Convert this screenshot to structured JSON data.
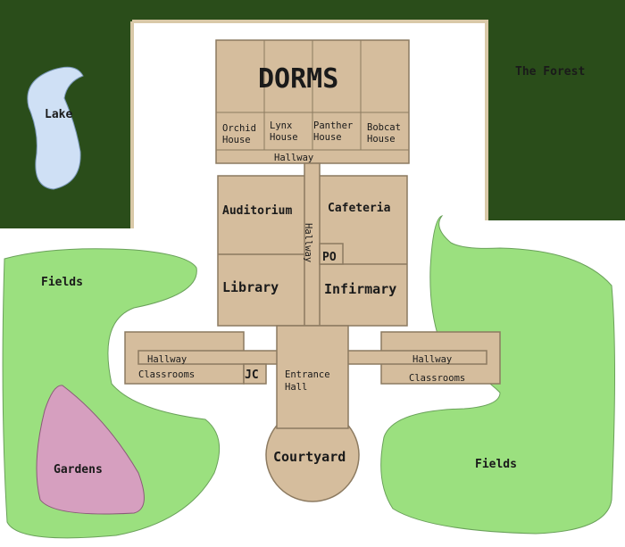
{
  "colors": {
    "forest": "#2a4d1a",
    "field": "#9be07f",
    "garden": "#d69fbf",
    "lake": "#cfe0f5",
    "building": "#d5bd9d",
    "border": "#d9c9a8"
  },
  "labels": {
    "lake": "Lake",
    "forest": "The Forest",
    "dorms": "DORMS",
    "orchid": [
      "Orchid",
      "House"
    ],
    "lynx": [
      "Lynx",
      "House"
    ],
    "panther": [
      "Panther",
      "House"
    ],
    "bobcat": [
      "Bobcat",
      "House"
    ],
    "dorm_hallway": "Hallway",
    "auditorium": "Auditorium",
    "cafeteria": "Cafeteria",
    "center_hallway": "Hallway",
    "po": "PO",
    "library": "Library",
    "infirmary": "Infirmary",
    "left_hallway": "Hallway",
    "left_classrooms": "Classrooms",
    "jc": "JC",
    "entrance": [
      "Entrance",
      "Hall"
    ],
    "right_hallway": "Hallway",
    "right_classrooms": "Classrooms",
    "courtyard": "Courtyard",
    "fields_left": "Fields",
    "fields_right": "Fields",
    "gardens": "Gardens"
  }
}
